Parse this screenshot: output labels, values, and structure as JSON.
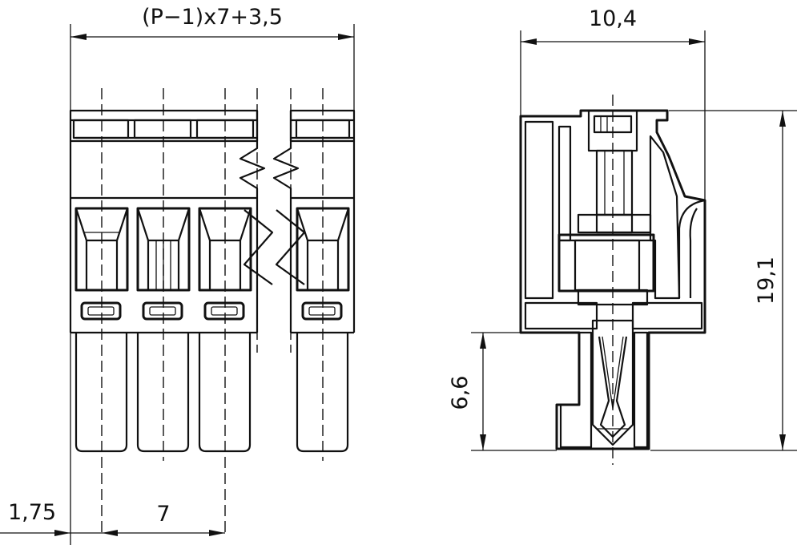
{
  "dimensions": {
    "top_width_formula": "(P−1)x7+3,5",
    "side_width": "10,4",
    "height": "19,1",
    "pin_length": "6,6",
    "edge_offset": "1,75",
    "pitch": "7"
  }
}
